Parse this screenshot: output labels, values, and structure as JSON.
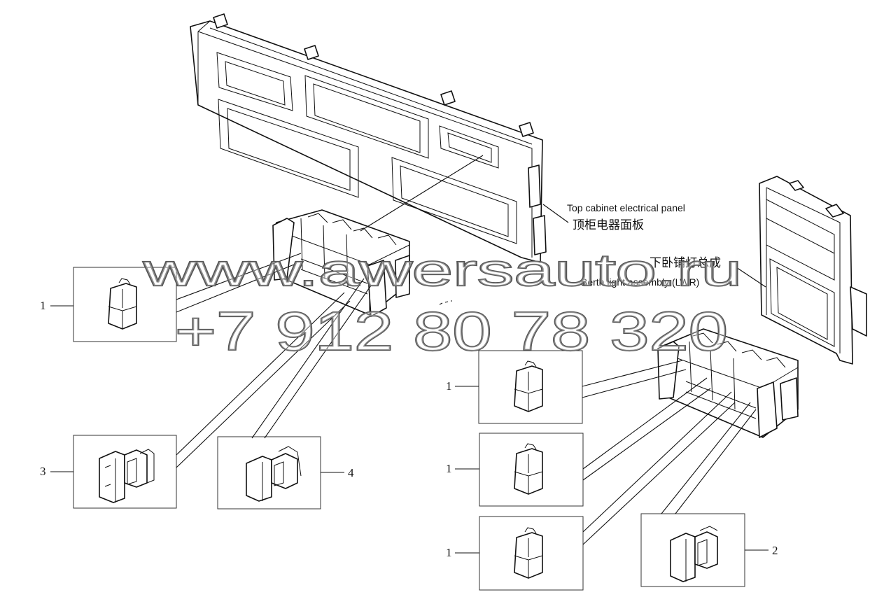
{
  "labels": {
    "top_panel_en": "Top cabinet electrical panel",
    "top_panel_cn": "顶柜电器面板",
    "berth_light_cn": "下卧铺灯总成",
    "berth_light_en": "Berth light assembly (LWR)"
  },
  "callouts": {
    "left_box_1": "1",
    "left_box_3": "3",
    "left_box_4": "4",
    "right_box_1a": "1",
    "right_box_1b": "1",
    "right_box_1c": "1",
    "right_box_2": "2"
  },
  "watermark": {
    "url": "www.awersauto.ru",
    "phone": "+7 912 80 78 320"
  }
}
